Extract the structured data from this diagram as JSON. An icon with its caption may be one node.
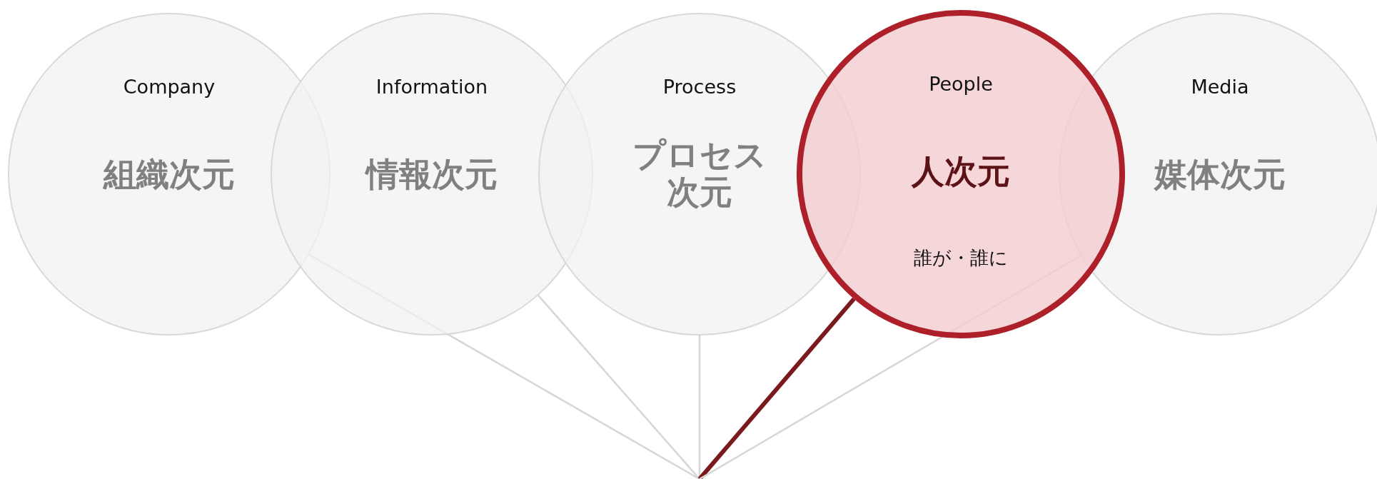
{
  "diagram": {
    "nodes": [
      {
        "text": [
          "Company",
          "組織次元"
        ]
      },
      {
        "text": [
          "Information",
          "情報次元"
        ]
      },
      {
        "text": [
          "Process",
          "プロセス次元"
        ]
      },
      {
        "text": [
          "People",
          "人次元",
          "誰が・誰に"
        ]
      },
      {
        "text": [
          "Media",
          "媒体次元"
        ]
      }
    ],
    "edges": [
      {
        "from": null,
        "to": 0,
        "arrow": "none"
      },
      {
        "from": null,
        "to": 1,
        "arrow": "none"
      },
      {
        "from": null,
        "to": 2,
        "arrow": "none"
      },
      {
        "from": null,
        "to": 3,
        "arrow": "none",
        "style": "thick",
        "color": "#7a1a1e"
      },
      {
        "from": null,
        "to": 4,
        "arrow": "none"
      }
    ]
  }
}
